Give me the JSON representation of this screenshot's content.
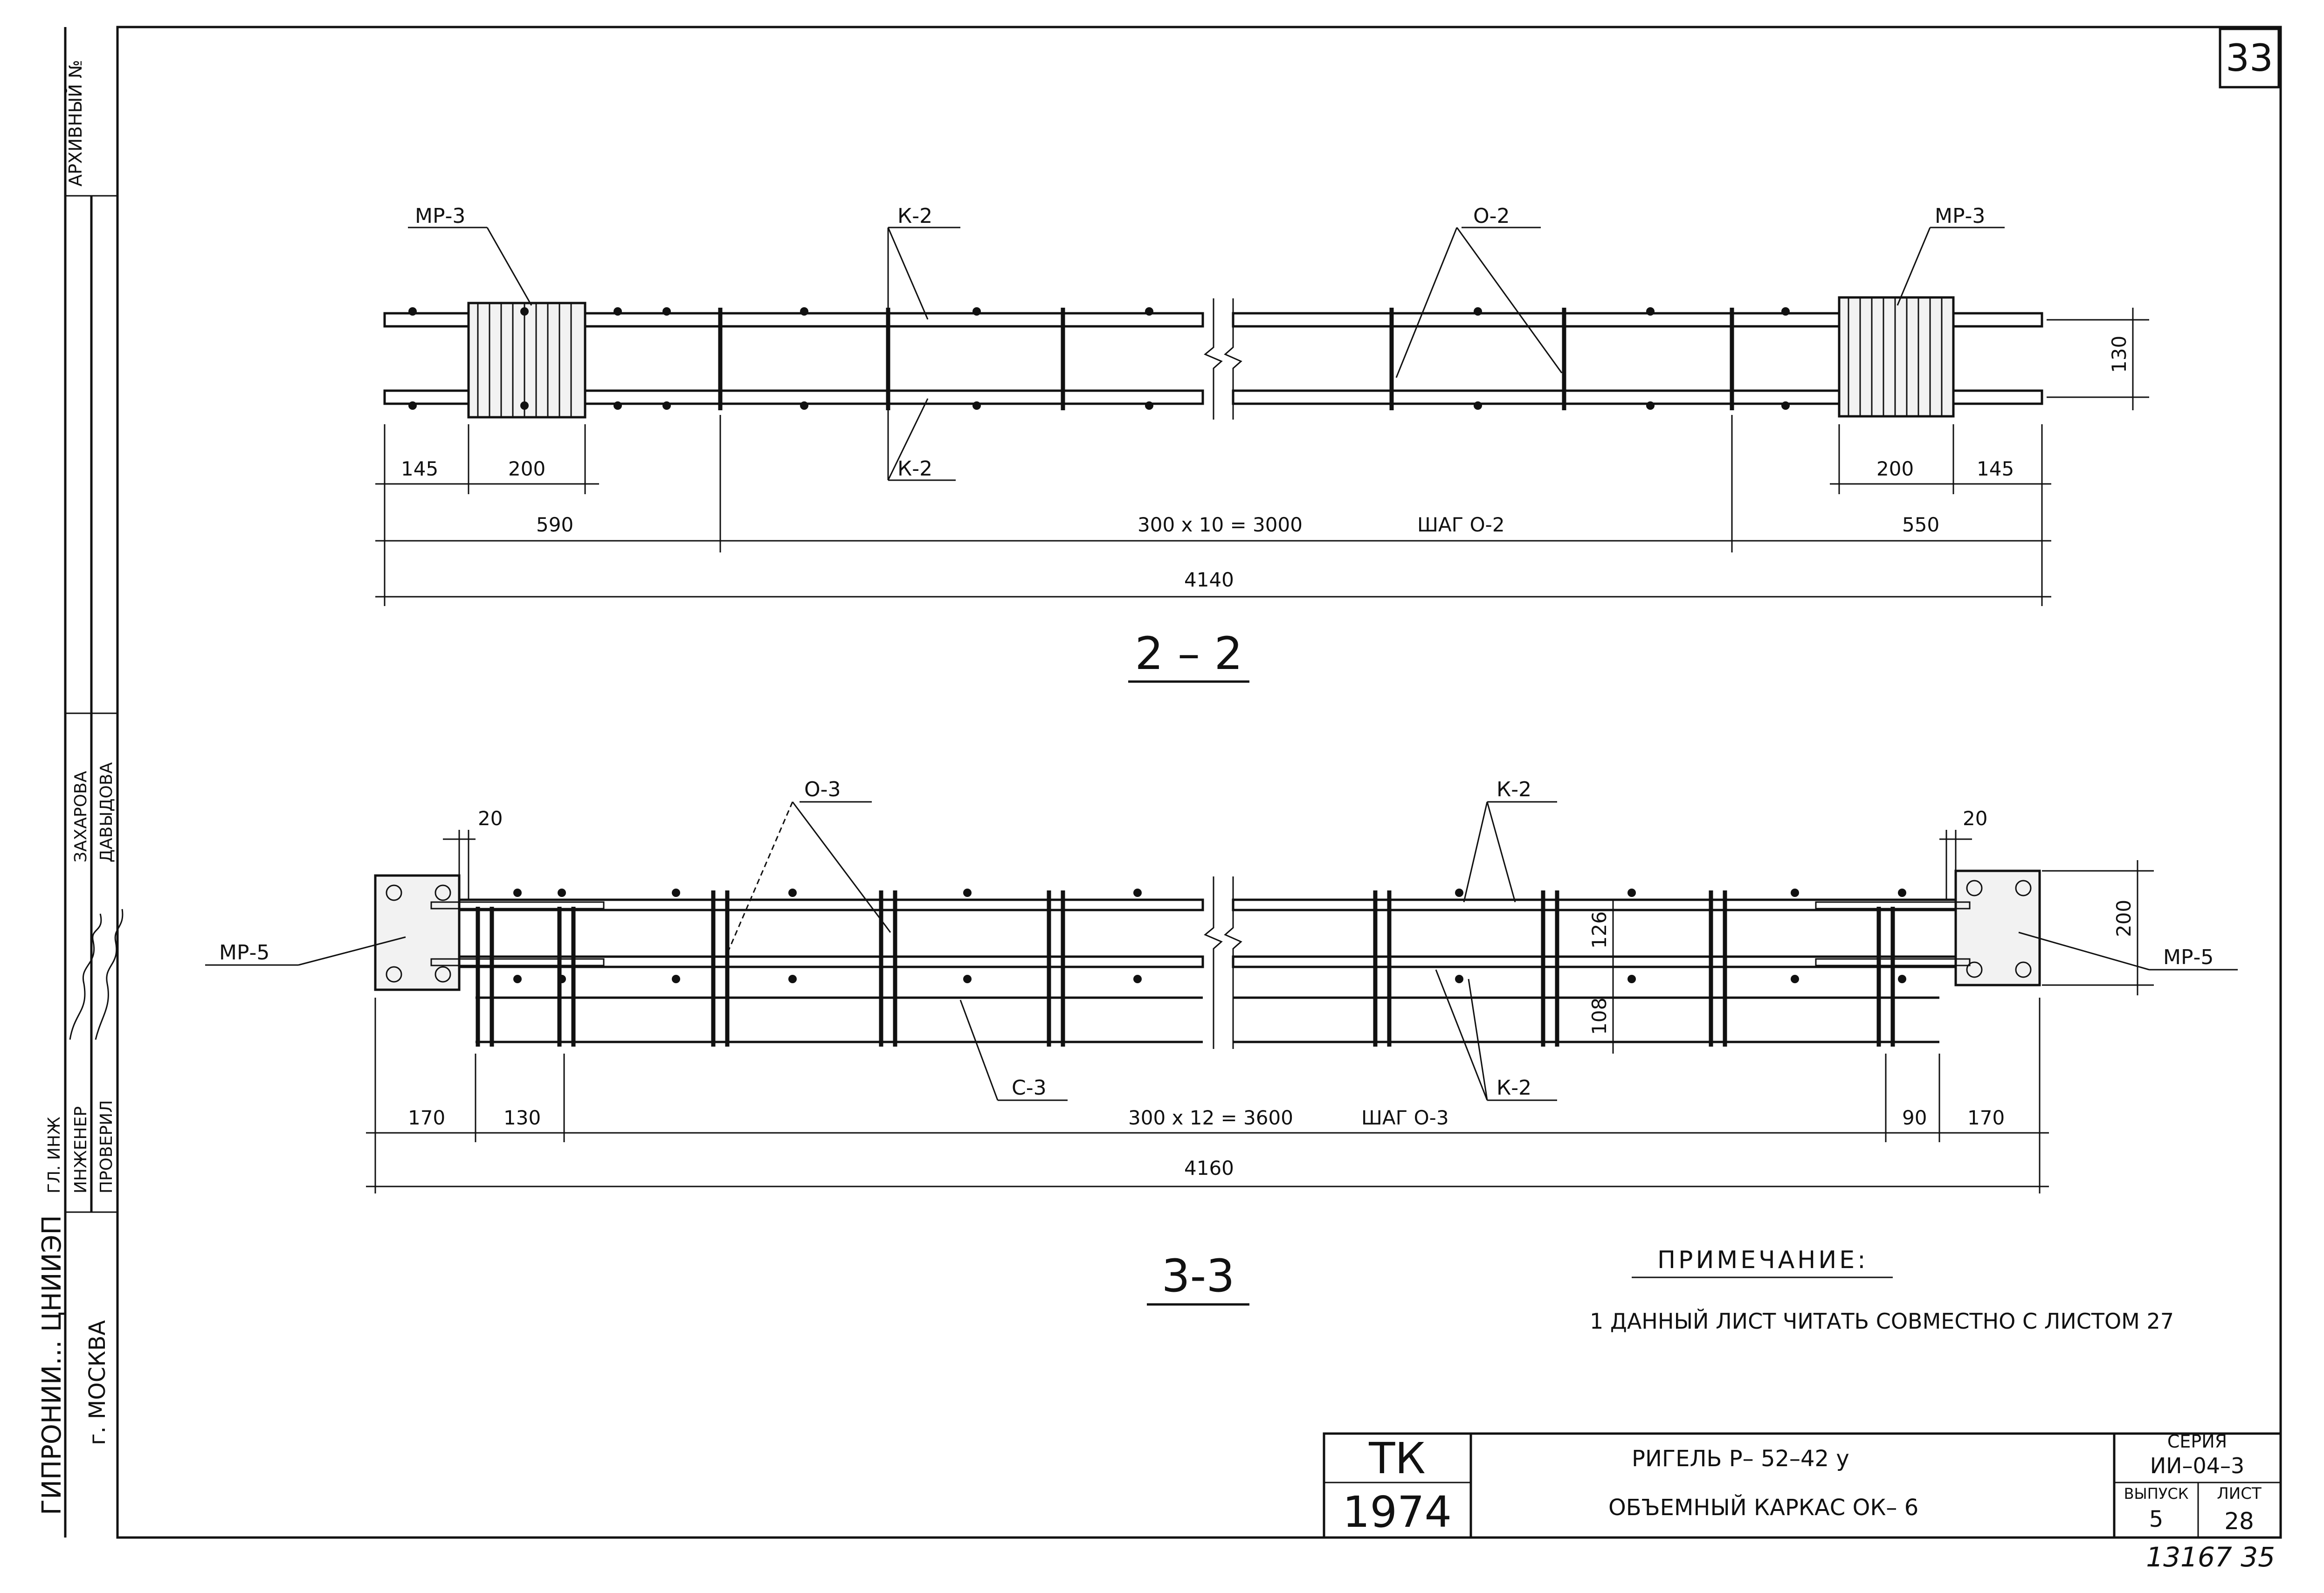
{
  "sheet_no": "33",
  "doc_no": "13167 35",
  "left_strip": {
    "archive": "АРХИВНЫЙ №",
    "org": "ГИПРОНИИ... ЦНИИЭП",
    "city": "г. МОСКВА",
    "role1": "ГЛ. ИНЖ",
    "role2": "ИНЖЕНЕР",
    "role3": "ПРОВЕРИЛ",
    "name2": "ЗАХАРОВА",
    "name3": "ДАВЫДОВА"
  },
  "section_22": {
    "title": "2 – 2",
    "labels": {
      "mp_left": "МР-3",
      "k2_top": "К-2",
      "o2": "О-2",
      "mp_right": "МР-3",
      "k2_bottom": "К-2"
    },
    "dims": {
      "d145_left": "145",
      "d200_left": "200",
      "d200_right": "200",
      "d145_right": "145",
      "d130": "130",
      "d590": "590",
      "pitch": "300 х 10 = 3000",
      "step": "ШАГ О-2",
      "d550": "550",
      "total": "4140"
    }
  },
  "section_33": {
    "title": "3-3",
    "labels": {
      "mp_left": "МР-5",
      "o3": "О-3",
      "k2_top": "К-2",
      "mp_right": "МР-5",
      "c3": "С-3",
      "k2_bottom": "К-2"
    },
    "dims": {
      "d20_left": "20",
      "d20_right": "20",
      "d200": "200",
      "d126": "126",
      "d108": "108",
      "d170_left": "170",
      "d130": "130",
      "pitch": "300 х 12 = 3600",
      "step": "ШАГ О-3",
      "d90": "90",
      "d170_right": "170",
      "total": "4160"
    }
  },
  "note": {
    "title": "ПРИМЕЧАНИЕ:",
    "line1": "1 ДАННЫЙ ЛИСТ ЧИТАТЬ СОВМЕСТНО С ЛИСТОМ 27"
  },
  "title_block": {
    "tk": "ТК",
    "year": "1974",
    "name1": "РИГЕЛЬ  Р– 52–42 у",
    "name2": "ОБЪЕМНЫЙ   КАРКАС ОК– 6",
    "series_label": "СЕРИЯ",
    "series_value": "ИИ–04–3",
    "issue_label": "ВЫПУСК",
    "issue_value": "5",
    "list_label": "ЛИСТ",
    "list_value": "28"
  }
}
